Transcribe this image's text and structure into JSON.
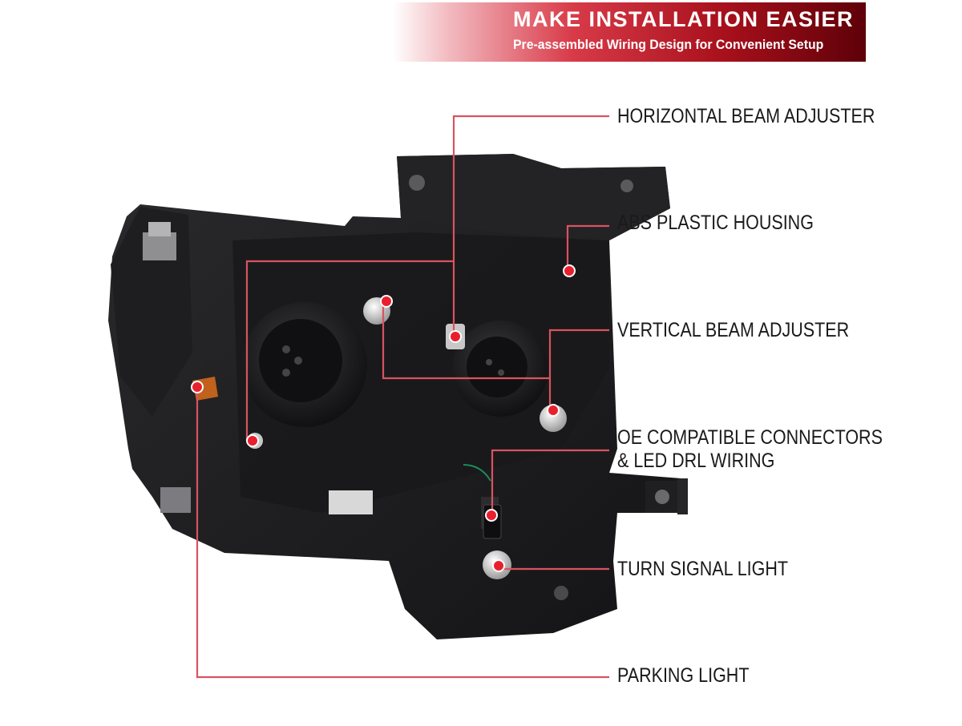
{
  "banner": {
    "title": "MAKE INSTALLATION EASIER",
    "subtitle": "Pre-assembled Wiring Design for Convenient Setup"
  },
  "callouts": {
    "horizontal_beam_adjuster": "HORIZONTAL BEAM ADJUSTER",
    "abs_plastic_housing": "ABS PLASTIC HOUSING",
    "vertical_beam_adjuster": "VERTICAL BEAM ADJUSTER",
    "oe_connectors_line1": "OE COMPATIBLE CONNECTORS",
    "oe_connectors_line2": "& LED DRL WIRING",
    "turn_signal_light": "TURN SIGNAL LIGHT",
    "parking_light": "PARKING LIGHT"
  },
  "colors": {
    "leader_line": "#d9535f",
    "marker": "#e8202e",
    "housing": "#1c1c1e",
    "banner_dark": "#5e0008"
  }
}
